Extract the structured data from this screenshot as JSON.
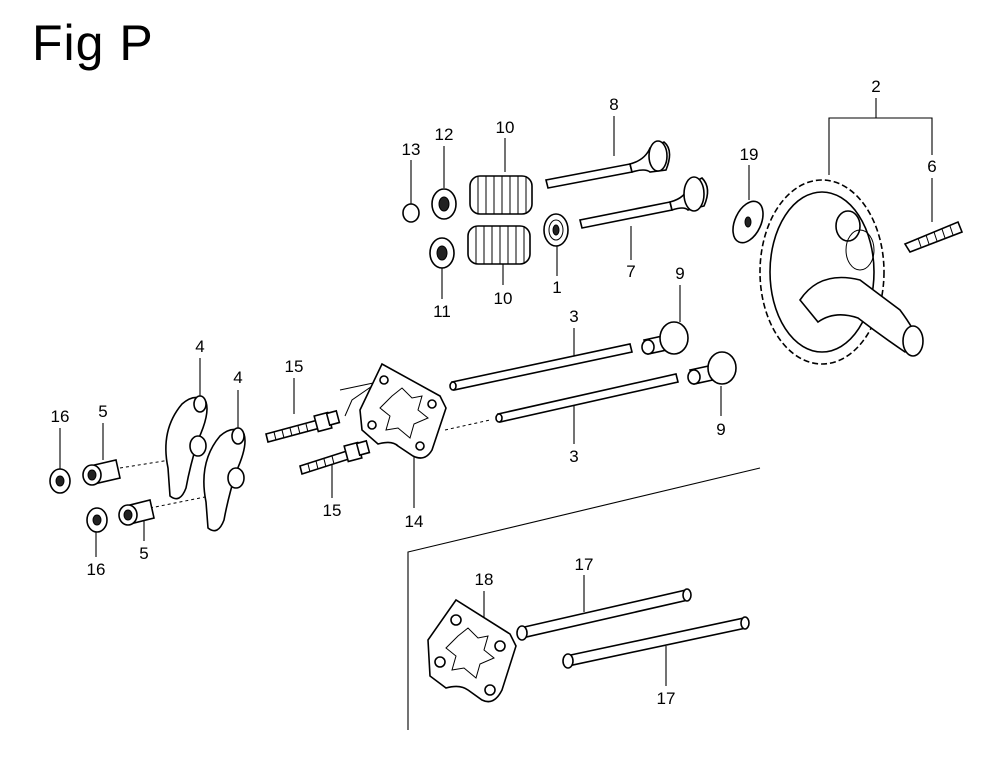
{
  "figure": {
    "title": "Fig P"
  },
  "callouts": {
    "c1": "1",
    "c2": "2",
    "c3a": "3",
    "c3b": "3",
    "c4a": "4",
    "c4b": "4",
    "c5a": "5",
    "c5b": "5",
    "c6": "6",
    "c7": "7",
    "c8": "8",
    "c9a": "9",
    "c9b": "9",
    "c10a": "10",
    "c10b": "10",
    "c11": "11",
    "c12": "12",
    "c13": "13",
    "c14": "14",
    "c15a": "15",
    "c15b": "15",
    "c16a": "16",
    "c16b": "16",
    "c17a": "17",
    "c17b": "17",
    "c18": "18",
    "c19": "19"
  }
}
